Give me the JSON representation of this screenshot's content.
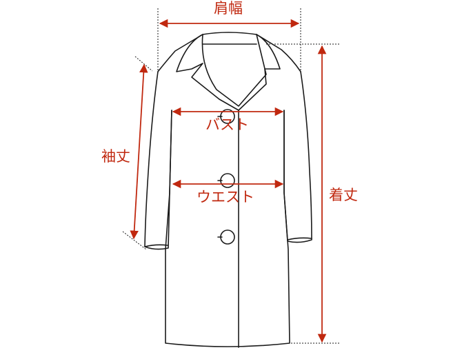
{
  "labels": {
    "shoulder_width": "肩幅",
    "bust": "バスト",
    "waist": "ウエスト",
    "sleeve_length": "袖丈",
    "total_length": "着丈"
  },
  "colors": {
    "measurement": "#c0280f",
    "outline": "#1a1a1a"
  }
}
